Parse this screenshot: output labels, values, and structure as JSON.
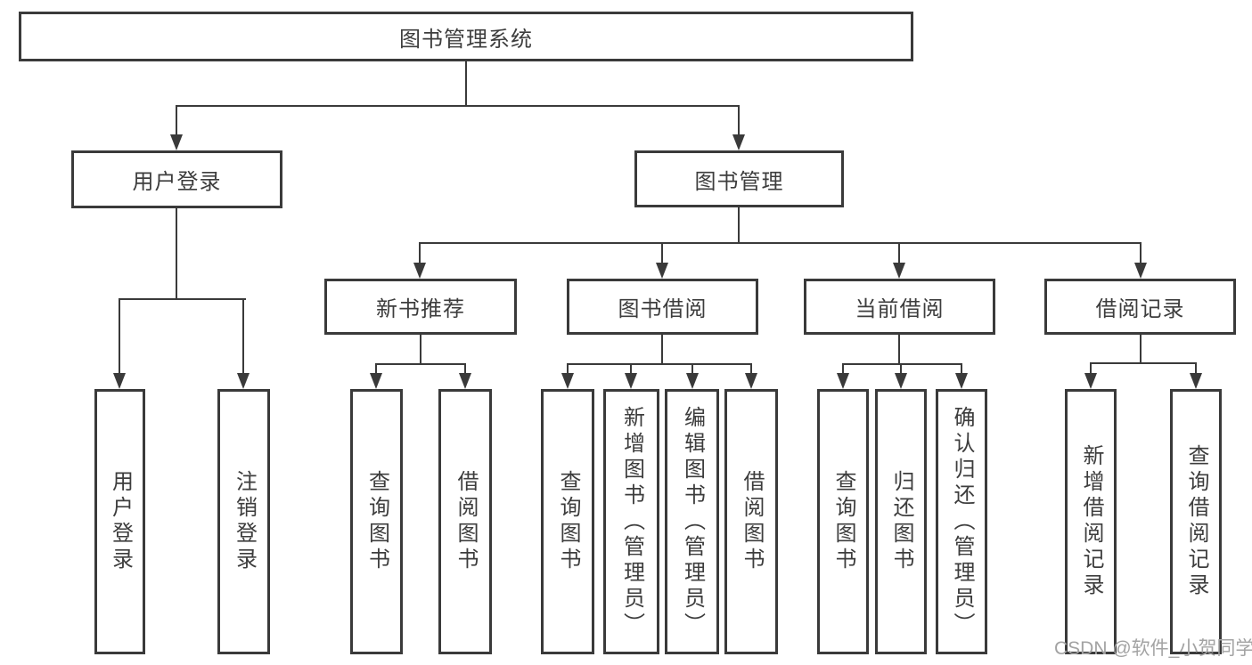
{
  "tree": {
    "root": "图书管理系统",
    "branches": [
      "用户登录",
      "图书管理"
    ],
    "modules": [
      "新书推荐",
      "图书借阅",
      "当前借阅",
      "借阅记录"
    ],
    "leaves": [
      "用户登录",
      "注销登录",
      "查询图书",
      "借阅图书",
      "查询图书",
      "新增图书（管理员）",
      "编辑图书（管理员）",
      "借阅图书",
      "查询图书",
      "归还图书",
      "确认归还（管理员）",
      "新增借阅记录",
      "查询借阅记录"
    ]
  },
  "watermark": "CSDN @软件_小贺同学",
  "colors": {
    "line": "#3a3a3a",
    "text": "#3d3d3d",
    "watermark": "#a3a3a3",
    "background": "#ffffff"
  }
}
